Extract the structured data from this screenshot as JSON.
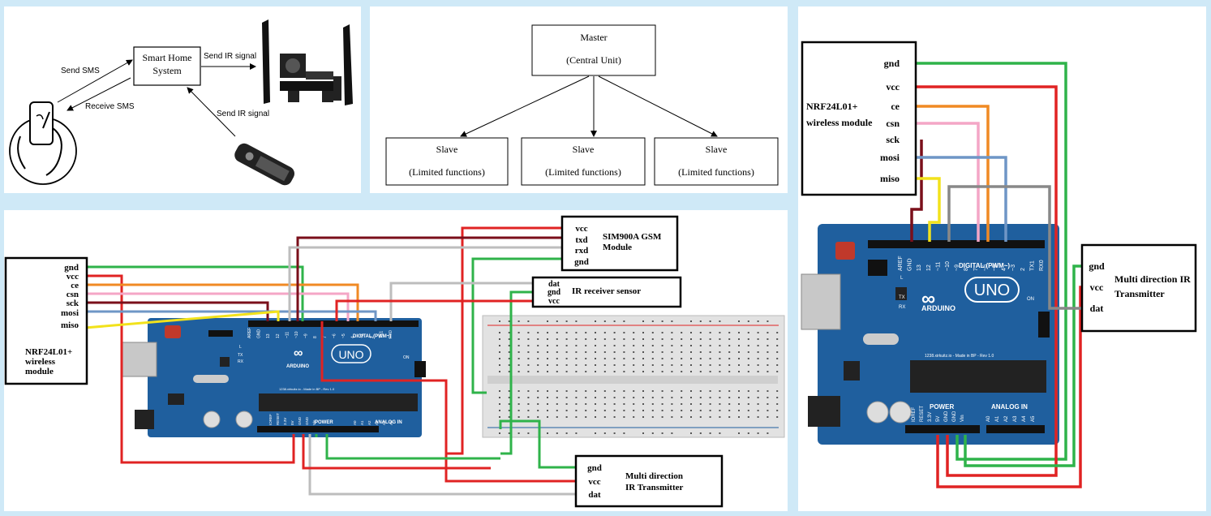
{
  "panel_a": {
    "center_label": [
      "Smart Home",
      "System"
    ],
    "send_sms": "Send SMS",
    "receive_sms": "Receive SMS",
    "send_ir_top": "Send IR signal",
    "send_ir_remote": "Send IR signal"
  },
  "panel_b": {
    "master_title": "Master",
    "master_sub": "(Central Unit)",
    "slaves": [
      {
        "title": "Slave",
        "sub": "(Limited functions)"
      },
      {
        "title": "Slave",
        "sub": "(Limited functions)"
      },
      {
        "title": "Slave",
        "sub": "(Limited functions)"
      }
    ]
  },
  "panel_c": {
    "nrf_pins": [
      "gnd",
      "vcc",
      "ce",
      "csn",
      "sck",
      "mosi",
      "miso"
    ],
    "nrf_label": [
      "NRF24L01+",
      "wireless",
      "module"
    ],
    "gsm_pins": [
      "vcc",
      "txd",
      "rxd",
      "gnd"
    ],
    "gsm_label": [
      "SIM900A GSM",
      "Module"
    ],
    "ir_rx_pins": [
      "dat",
      "gnd",
      "vcc"
    ],
    "ir_rx_label": "IR receiver sensor",
    "ir_tx_pins": [
      "gnd",
      "vcc",
      "dat"
    ],
    "ir_tx_label": [
      "Multi direction",
      "IR Transmitter"
    ]
  },
  "panel_d": {
    "nrf_pins": [
      "gnd",
      "vcc",
      "ce",
      "csn",
      "sck",
      "mosi",
      "miso"
    ],
    "nrf_label": [
      "NRF24L01+",
      "wireless module"
    ],
    "ir_tx_pins": [
      "gnd",
      "vcc",
      "dat"
    ],
    "ir_tx_label": [
      "Multi direction IR",
      "Transmitter"
    ]
  },
  "arduino": {
    "brand": "ARDUINO",
    "model": "UNO",
    "digital": "DIGITAL (PWM~)",
    "power": "POWER",
    "analog": "ANALOG IN",
    "pins_top": [
      "AREF",
      "GND",
      "13",
      "12",
      "~11",
      "~10",
      "~9",
      "8",
      "7",
      "~6",
      "~5",
      "4",
      "~3",
      "2",
      "TX1",
      "RX0"
    ],
    "pins_power": [
      "IOREF",
      "RESET",
      "3.3V",
      "5V",
      "GND",
      "GND",
      "Vin"
    ],
    "pins_analog": [
      "A0",
      "A1",
      "A2",
      "A3",
      "A4",
      "A5"
    ],
    "led_l": "L",
    "led_tx": "TX",
    "led_rx": "RX",
    "led_on": "ON",
    "tagline": "1238.xirkuitz.io - Made in BP - Rev 1.0"
  },
  "colors": {
    "gnd": "#2fb34a",
    "vcc": "#e02323",
    "ce": "#f08a24",
    "csn": "#f4a6c6",
    "sck": "#7a0f1a",
    "mosi": "#6f96c6",
    "miso": "#f2e21b",
    "grey": "#bdbdbd",
    "board": "#1f5f9e"
  }
}
